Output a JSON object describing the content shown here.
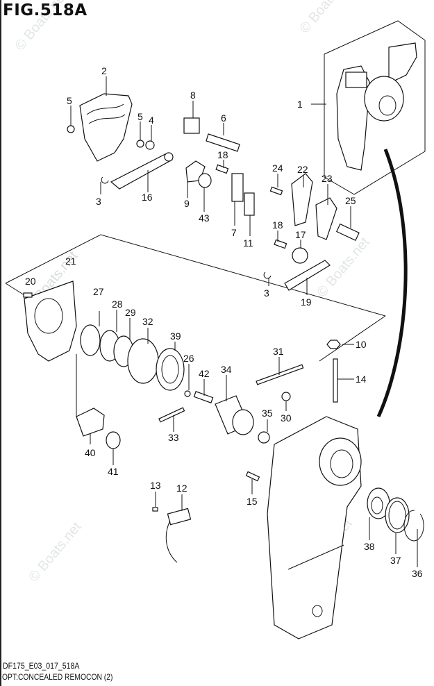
{
  "figure": {
    "title": "FIG.518A",
    "code": "DF175_E03_017_518A",
    "name": "OPT:CONCEALED REMOCON (2)"
  },
  "watermark": "© Boats.net",
  "callouts": [
    {
      "id": "c1",
      "label": "1"
    },
    {
      "id": "c2",
      "label": "2"
    },
    {
      "id": "c3a",
      "label": "3"
    },
    {
      "id": "c3b",
      "label": "3"
    },
    {
      "id": "c4",
      "label": "4"
    },
    {
      "id": "c5a",
      "label": "5"
    },
    {
      "id": "c5b",
      "label": "5"
    },
    {
      "id": "c6",
      "label": "6"
    },
    {
      "id": "c7",
      "label": "7"
    },
    {
      "id": "c8",
      "label": "8"
    },
    {
      "id": "c9",
      "label": "9"
    },
    {
      "id": "c10",
      "label": "10"
    },
    {
      "id": "c11",
      "label": "11"
    },
    {
      "id": "c12",
      "label": "12"
    },
    {
      "id": "c13",
      "label": "13"
    },
    {
      "id": "c14",
      "label": "14"
    },
    {
      "id": "c15",
      "label": "15"
    },
    {
      "id": "c16",
      "label": "16"
    },
    {
      "id": "c17",
      "label": "17"
    },
    {
      "id": "c18a",
      "label": "18"
    },
    {
      "id": "c18b",
      "label": "18"
    },
    {
      "id": "c19",
      "label": "19"
    },
    {
      "id": "c20",
      "label": "20"
    },
    {
      "id": "c21",
      "label": "21"
    },
    {
      "id": "c22",
      "label": "22"
    },
    {
      "id": "c23",
      "label": "23"
    },
    {
      "id": "c24",
      "label": "24"
    },
    {
      "id": "c25",
      "label": "25"
    },
    {
      "id": "c26",
      "label": "26"
    },
    {
      "id": "c27",
      "label": "27"
    },
    {
      "id": "c28",
      "label": "28"
    },
    {
      "id": "c29",
      "label": "29"
    },
    {
      "id": "c30",
      "label": "30"
    },
    {
      "id": "c31",
      "label": "31"
    },
    {
      "id": "c32",
      "label": "32"
    },
    {
      "id": "c33",
      "label": "33"
    },
    {
      "id": "c34",
      "label": "34"
    },
    {
      "id": "c35",
      "label": "35"
    },
    {
      "id": "c36",
      "label": "36"
    },
    {
      "id": "c37",
      "label": "37"
    },
    {
      "id": "c38",
      "label": "38"
    },
    {
      "id": "c39",
      "label": "39"
    },
    {
      "id": "c40",
      "label": "40"
    },
    {
      "id": "c41",
      "label": "41"
    },
    {
      "id": "c42",
      "label": "42"
    },
    {
      "id": "c43",
      "label": "43"
    }
  ]
}
